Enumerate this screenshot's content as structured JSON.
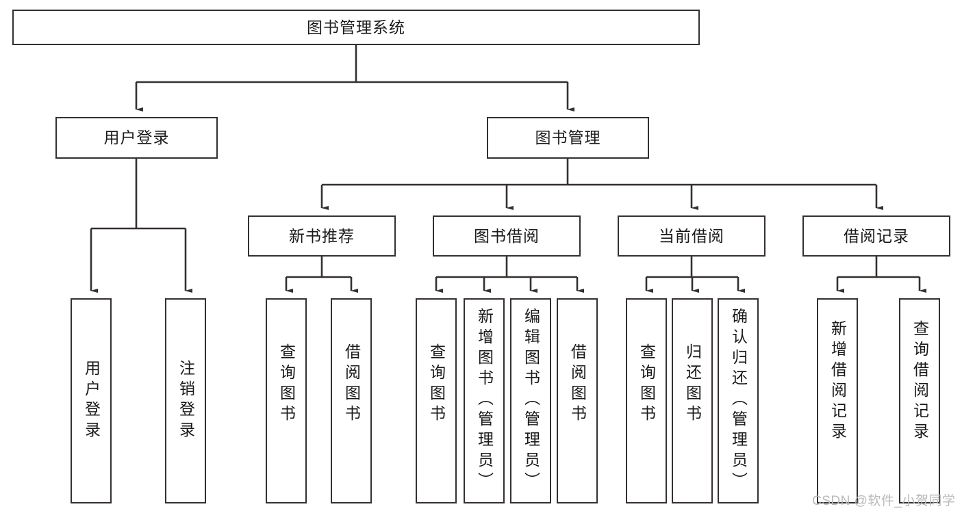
{
  "diagram": {
    "type": "tree",
    "title": "图书管理系统",
    "root": {
      "label": "图书管理系统"
    },
    "level1": [
      {
        "label": "用户登录"
      },
      {
        "label": "图书管理"
      }
    ],
    "level2": [
      {
        "label": "新书推荐"
      },
      {
        "label": "图书借阅"
      },
      {
        "label": "当前借阅"
      },
      {
        "label": "借阅记录"
      }
    ],
    "leaves": {
      "user_login": [
        {
          "label": "用户登录"
        },
        {
          "label": "注销登录"
        }
      ],
      "new_book_recommend": [
        {
          "label": "查询图书"
        },
        {
          "label": "借阅图书"
        }
      ],
      "book_borrow": [
        {
          "label": "查询图书"
        },
        {
          "label": "新增图书（管理员）"
        },
        {
          "label": "编辑图书（管理员）"
        },
        {
          "label": "借阅图书"
        }
      ],
      "current_borrow": [
        {
          "label": "查询图书"
        },
        {
          "label": "归还图书"
        },
        {
          "label": "确认归还（管理员）"
        }
      ],
      "borrow_record": [
        {
          "label": "新增借阅记录"
        },
        {
          "label": "查询借阅记录"
        }
      ]
    }
  },
  "watermark": {
    "text": "CSDN @软件_小贺同学"
  },
  "colors": {
    "border": "#33302f",
    "background": "#ffffff",
    "text": "#1a1a1a",
    "watermark": "#b9b9b9"
  }
}
